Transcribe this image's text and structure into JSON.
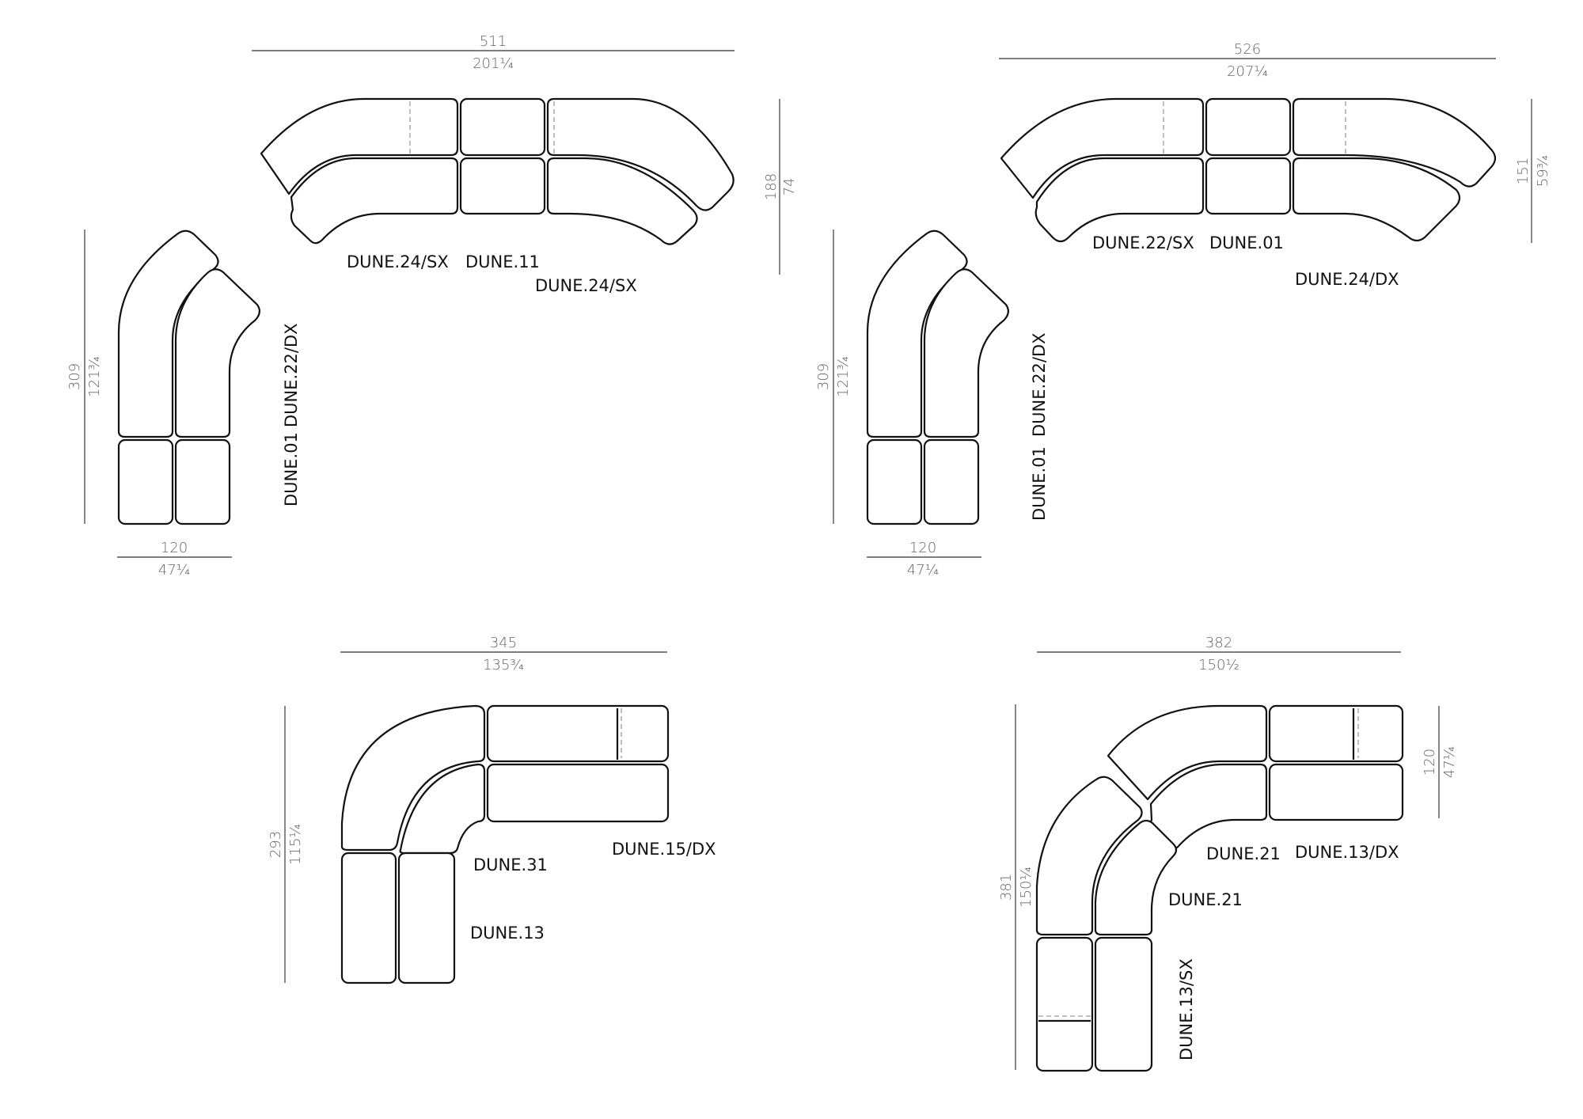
{
  "layouts": [
    {
      "width": {
        "cm": "511",
        "in": "201¼"
      },
      "height": {
        "cm": "188",
        "in": "74"
      },
      "labels": [
        "DUNE.24/SX",
        "DUNE.11",
        "DUNE.24/SX"
      ]
    },
    {
      "width": {
        "cm": "526",
        "in": "207¼"
      },
      "height": {
        "cm": "151",
        "in": "59¾"
      },
      "labels": [
        "DUNE.22/SX",
        "DUNE.01",
        "DUNE.24/DX"
      ]
    },
    {
      "width": {
        "cm": "120",
        "in": "47¼"
      },
      "height": {
        "cm": "309",
        "in": "121¾"
      },
      "labels": [
        "DUNE.01",
        "DUNE.22/DX"
      ]
    },
    {
      "width": {
        "cm": "120",
        "in": "47¼"
      },
      "height": {
        "cm": "309",
        "in": "121¾"
      },
      "labels": [
        "DUNE.01",
        "DUNE.22/DX"
      ]
    },
    {
      "width": {
        "cm": "345",
        "in": "135¾"
      },
      "height": {
        "cm": "293",
        "in": "115¼"
      },
      "labels": [
        "DUNE.31",
        "DUNE.15/DX",
        "DUNE.13"
      ]
    },
    {
      "width": {
        "cm": "382",
        "in": "150½"
      },
      "height": {
        "cm": "381",
        "in": "150¼"
      },
      "side": {
        "cm": "120",
        "in": "47¼"
      },
      "labels": [
        "DUNE.21",
        "DUNE.13/DX",
        "DUNE.21",
        "DUNE.13/SX"
      ]
    }
  ]
}
